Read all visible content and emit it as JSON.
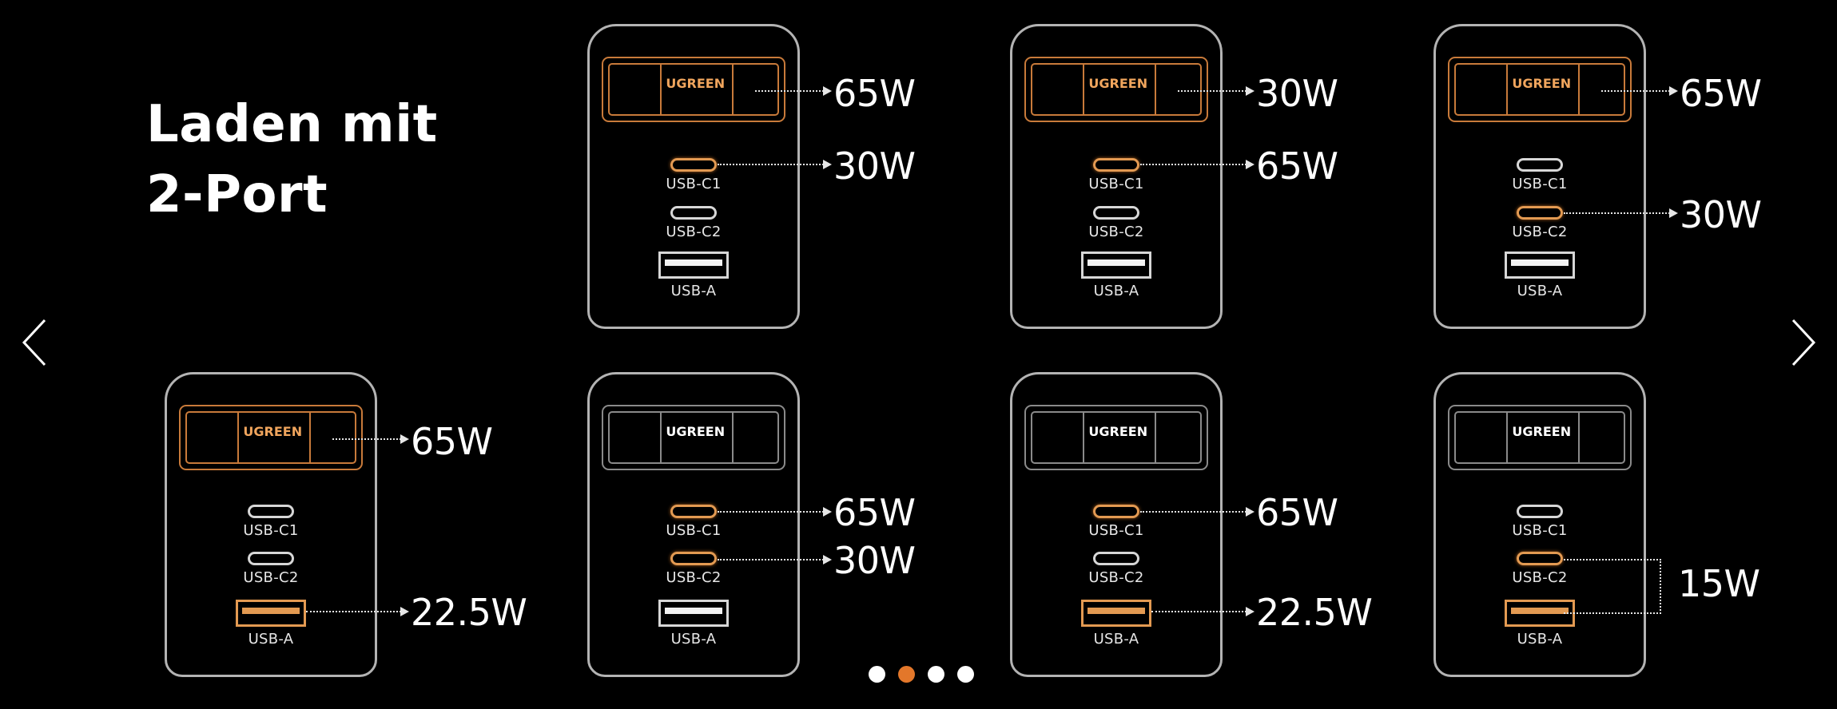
{
  "headline": {
    "line1": "Laden mit",
    "line2": "2-Port"
  },
  "brand_label": "UGREEN",
  "port_labels": {
    "usb_c1": "USB-C1",
    "usb_c2": "USB-C2",
    "usb_a": "USB-A"
  },
  "accent_color": "#e3772a",
  "nav": {
    "prev_icon": "chevron-left-icon",
    "next_icon": "chevron-right-icon"
  },
  "pagination": {
    "total": 4,
    "active_index": 1
  },
  "configs": [
    {
      "watts": {
        "top": "65W",
        "usb_c1": "30W"
      }
    },
    {
      "watts": {
        "top": "30W",
        "usb_c1": "65W"
      }
    },
    {
      "watts": {
        "top": "65W",
        "usb_c2": "30W"
      }
    },
    {
      "watts": {
        "top": "65W",
        "usb_a": "22.5W"
      }
    },
    {
      "watts": {
        "usb_c1": "65W",
        "usb_c2": "30W"
      }
    },
    {
      "watts": {
        "usb_c1": "65W",
        "usb_a": "22.5W"
      }
    },
    {
      "watts": {
        "usb_c2_usb_a": "15W"
      }
    }
  ]
}
